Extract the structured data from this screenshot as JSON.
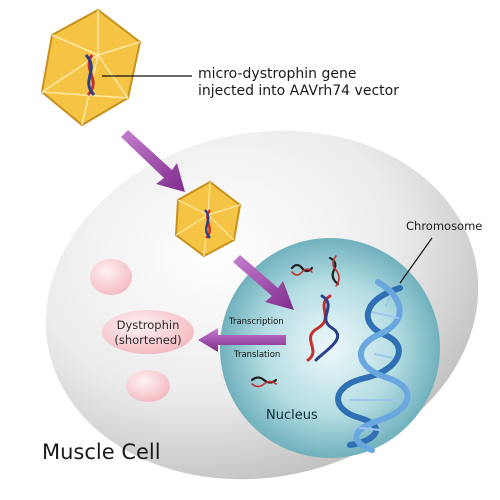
{
  "labels": {
    "vector_line1": "micro-dystrophin gene",
    "vector_line2": "injected into AAVrh74 vector",
    "chromosome": "Chromosome",
    "transcription": "Transcription",
    "translation": "Translation",
    "dystrophin_line1": "Dystrophin",
    "dystrophin_line2": "(shortened)",
    "nucleus": "Nucleus",
    "cell": "Muscle Cell"
  },
  "colors": {
    "capsid_fill": "#f6c444",
    "capsid_edge": "#c8901a",
    "arrow": "#9b3fa6",
    "nucleus": "#8ec6cf",
    "dna_blue": "#3c80c6",
    "dna_red": "#c43030",
    "dystrophin_blob": "#f6c8cc"
  }
}
